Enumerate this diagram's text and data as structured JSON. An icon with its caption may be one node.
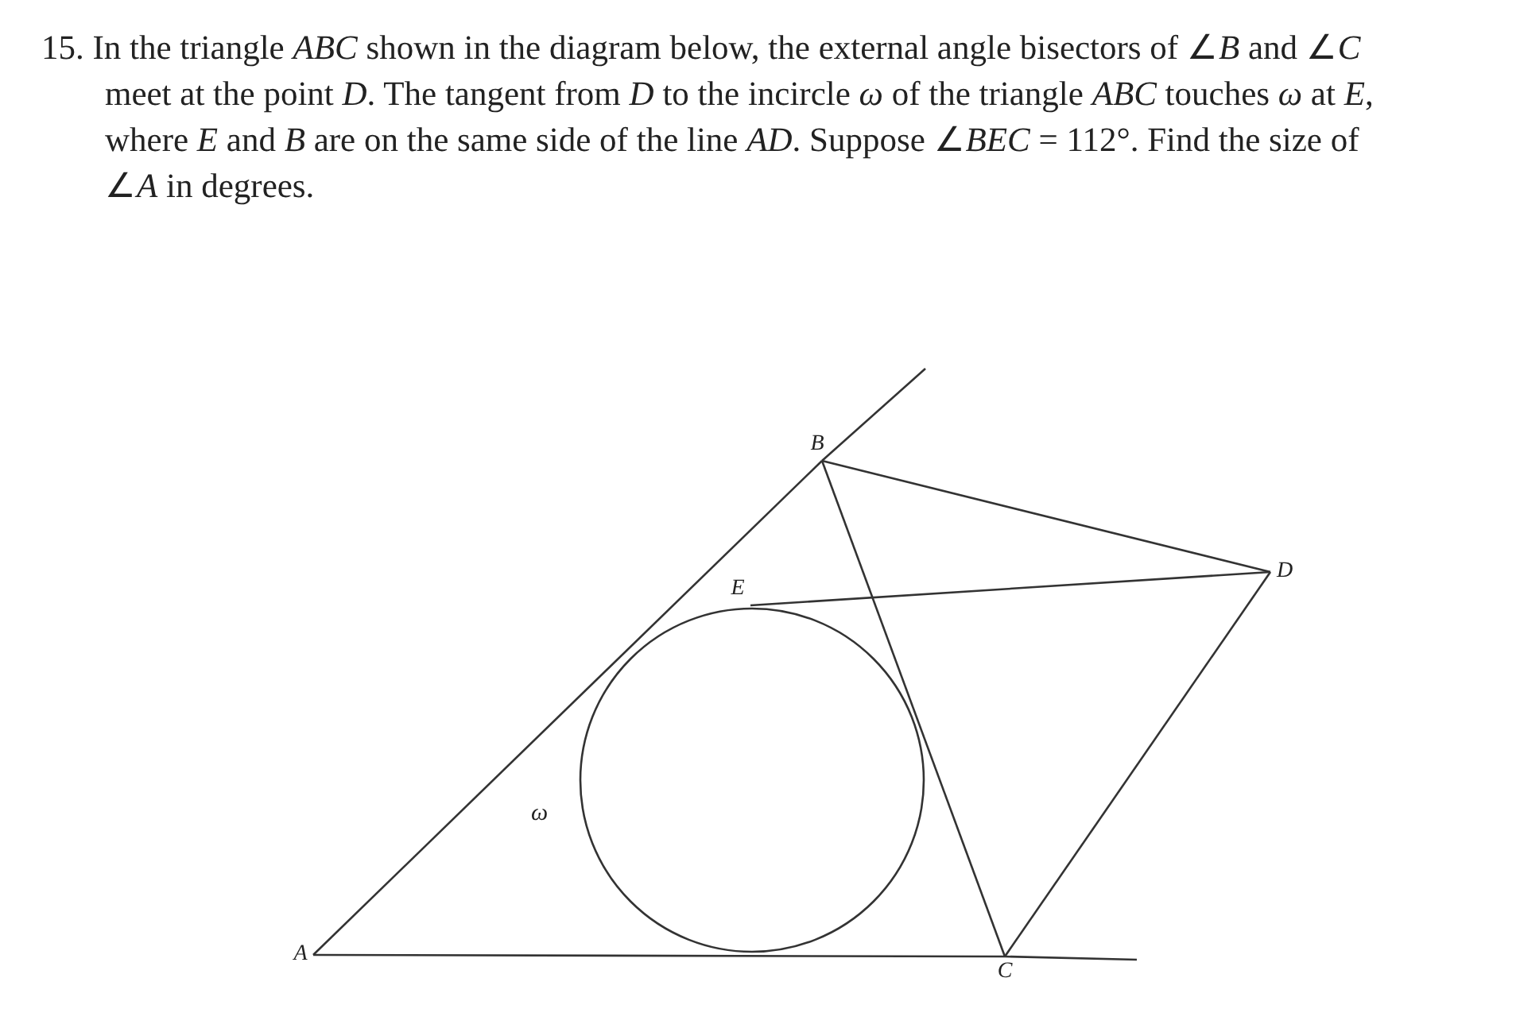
{
  "diagram": {
    "nodes": [
      {
        "text": [
          "A"
        ]
      },
      {
        "text": [
          "B"
        ]
      },
      {
        "text": [
          "C"
        ]
      },
      {
        "text": [
          "D"
        ]
      },
      {
        "text": [
          "E"
        ]
      },
      {
        "text": [
          "ω"
        ]
      }
    ],
    "edges": [
      {
        "from": 0,
        "to": 1,
        "arrow": "none"
      },
      {
        "from": 1,
        "to": 2,
        "arrow": "none"
      },
      {
        "from": 0,
        "to": 2,
        "arrow": "none"
      },
      {
        "from": 1,
        "to": 3,
        "arrow": "none"
      },
      {
        "from": 2,
        "to": 3,
        "arrow": "none"
      },
      {
        "from": 4,
        "to": 3,
        "arrow": "none"
      }
    ],
    "labels": [
      "15. In the triangle *ABC* shown in the diagram below, the external angle bisectors of ∠*B* and ∠*C* meet at the point *D*. The tangent from *D* to the incircle *ω* of the triangle *ABC* touches *ω* at *E*, where *E* and *B* are on the same side of the line *AD*. Suppose ∠*BEC* = 112°. Find the size of ∠*A* in degrees."
    ]
  }
}
